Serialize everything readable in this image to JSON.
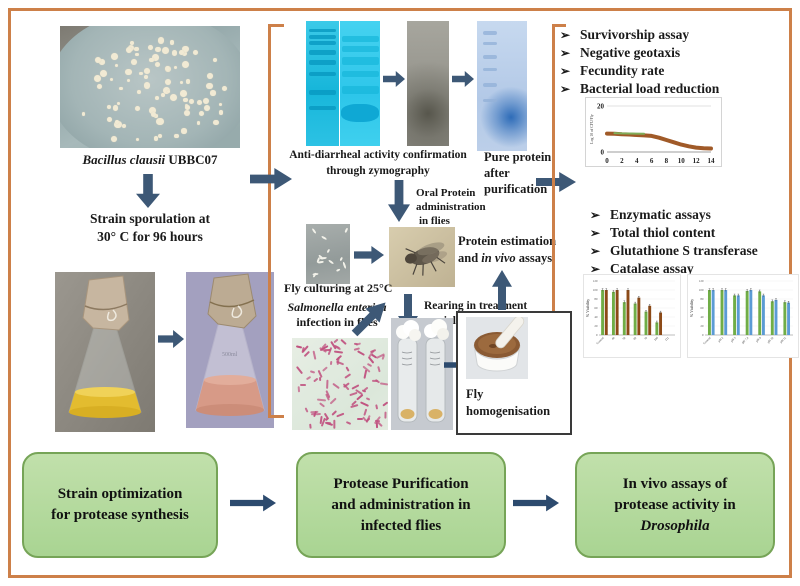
{
  "left": {
    "strain_italic": "Bacillus clausii",
    "strain_code": " UBBC07",
    "sporulation_line1": "Strain sporulation at",
    "sporulation_line2": "30° C for 96 hours"
  },
  "middle": {
    "zymo_line1": "Anti-diarrheal activity confirmation",
    "zymo_line2": "through zymography",
    "pure_line1": "Pure protein",
    "pure_line2": "after",
    "pure_line3": "purification",
    "oral_line1": "Oral Protein",
    "oral_line2": "administration",
    "oral_line3": "in flies",
    "fly_culturing": "Fly culturing at 25°C",
    "salmonella_italic": "Salmonella enterica",
    "salmonella_line2": "infection in flies",
    "rearing_line1": "Rearing in treatment",
    "rearing_line2": "vials",
    "protein_line1": "Protein estimation",
    "protein_line2_pre": "and ",
    "protein_line2_italic": "in vivo",
    "protein_line2_post": " assays",
    "homog_line1": "Fly",
    "homog_line2": "homogenisation"
  },
  "right": {
    "bullet": "➢",
    "assays1": [
      "Survivorship assay",
      "Negative geotaxis",
      "Fecundity rate",
      "Bacterial load reduction"
    ],
    "assays2": [
      "Enzymatic assays",
      "Total thiol content",
      "Glutathione S transferase",
      "Catalase assay"
    ]
  },
  "bottom": {
    "box1_line1": "Strain optimization",
    "box1_line2": "for protease synthesis",
    "box2_line1": "Protease Purification",
    "box2_line2": "and administration in",
    "box2_line3": "infected flies",
    "box3_line1": "In vivo assays of",
    "box3_line2": "protease activity in",
    "box3_line3": "Drosophila"
  },
  "colors": {
    "frame_orange": "#cd8049",
    "arrow_navy": "#3d5876",
    "green_box_fill": "#b5d9a3",
    "green_box_border": "#76a457"
  },
  "chart_data": [
    {
      "id": "cfu-line",
      "type": "line",
      "ylabel": "Log 10 of CFU/Fly",
      "ylim": [
        0,
        20
      ],
      "yticks": [
        0,
        20
      ],
      "xticks": [
        0,
        2,
        4,
        6,
        8,
        10,
        12,
        14
      ],
      "xlim": [
        0,
        14
      ],
      "series": [
        {
          "name": "bacterial-load",
          "color": "#a05a28",
          "width": 4,
          "x": [
            0,
            1,
            2,
            3,
            4,
            5,
            6,
            7,
            8,
            9,
            10,
            11,
            12,
            13,
            14
          ],
          "y": [
            8,
            7.9,
            7.7,
            7.6,
            7.4,
            7.2,
            7,
            6.2,
            5.2,
            4.2,
            3.2,
            2.5,
            1.9,
            1.6,
            1.5
          ]
        },
        {
          "name": "treated",
          "color": "#7fae5a",
          "width": 2,
          "x": [
            1,
            2,
            3,
            4,
            5
          ],
          "y": [
            8.2,
            8.1,
            8.05,
            8,
            7.95
          ]
        }
      ]
    },
    {
      "id": "viability-temp",
      "type": "bar",
      "ylabel": "% Viability",
      "ylim": [
        0,
        120
      ],
      "yticks": [
        0,
        20,
        40,
        60,
        80,
        100,
        120
      ],
      "categories": [
        "Control",
        "40",
        "50",
        "60",
        "70",
        "100",
        "121"
      ],
      "series": [
        {
          "name": "green",
          "color": "#70ad47",
          "values": [
            100,
            96,
            73,
            70,
            52,
            28,
            0
          ]
        },
        {
          "name": "brown",
          "color": "#8c4a17",
          "values": [
            100,
            100,
            100,
            83,
            65,
            50,
            0
          ]
        }
      ],
      "error": 3
    },
    {
      "id": "viability-ph",
      "type": "bar",
      "ylabel": "% Viability",
      "ylim": [
        0,
        120
      ],
      "yticks": [
        0,
        20,
        40,
        60,
        80,
        100,
        120
      ],
      "categories": [
        "Control",
        "pH 2",
        "pH 5",
        "pH 7.4",
        "pH 9",
        "pH 10",
        "pH 11"
      ],
      "series": [
        {
          "name": "green",
          "color": "#70ad47",
          "values": [
            100,
            100,
            88,
            98,
            97,
            75,
            73
          ]
        },
        {
          "name": "blue",
          "color": "#5b9bd5",
          "values": [
            100,
            100,
            88,
            100,
            88,
            78,
            72
          ]
        }
      ],
      "error": 3
    }
  ]
}
